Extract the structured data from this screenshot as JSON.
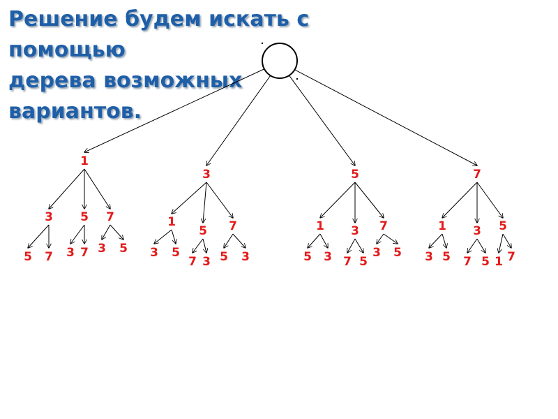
{
  "title": {
    "lines": [
      "Решение будем искать с",
      "помощью",
      "дерева возможных",
      "вариантов."
    ]
  },
  "colors": {
    "title": "#1f5fa8",
    "labels": "#e31b1b",
    "lines": "#000000"
  },
  "tree": {
    "root_label": "",
    "branches": [
      {
        "label": "1",
        "children": [
          {
            "label": "3",
            "leaves": [
              "5",
              "7"
            ]
          },
          {
            "label": "5",
            "leaves": [
              "3",
              "7"
            ]
          },
          {
            "label": "7",
            "leaves": [
              "3",
              "5"
            ]
          }
        ]
      },
      {
        "label": "3",
        "children": [
          {
            "label": "1",
            "leaves": [
              "3",
              "5"
            ]
          },
          {
            "label": "5",
            "leaves": [
              "7",
              "3"
            ]
          },
          {
            "label": "7",
            "leaves": [
              "5",
              "3"
            ]
          }
        ]
      },
      {
        "label": "5",
        "children": [
          {
            "label": "1",
            "leaves": [
              "5",
              "3"
            ]
          },
          {
            "label": "3",
            "leaves": [
              "7",
              "5"
            ]
          },
          {
            "label": "7",
            "leaves": [
              "3",
              "5"
            ]
          }
        ]
      },
      {
        "label": "7",
        "children": [
          {
            "label": "1",
            "leaves": [
              "3",
              "5"
            ]
          },
          {
            "label": "3",
            "leaves": [
              "7",
              "5"
            ]
          },
          {
            "label": "5",
            "leaves": [
              "1",
              "7"
            ]
          }
        ]
      }
    ]
  }
}
